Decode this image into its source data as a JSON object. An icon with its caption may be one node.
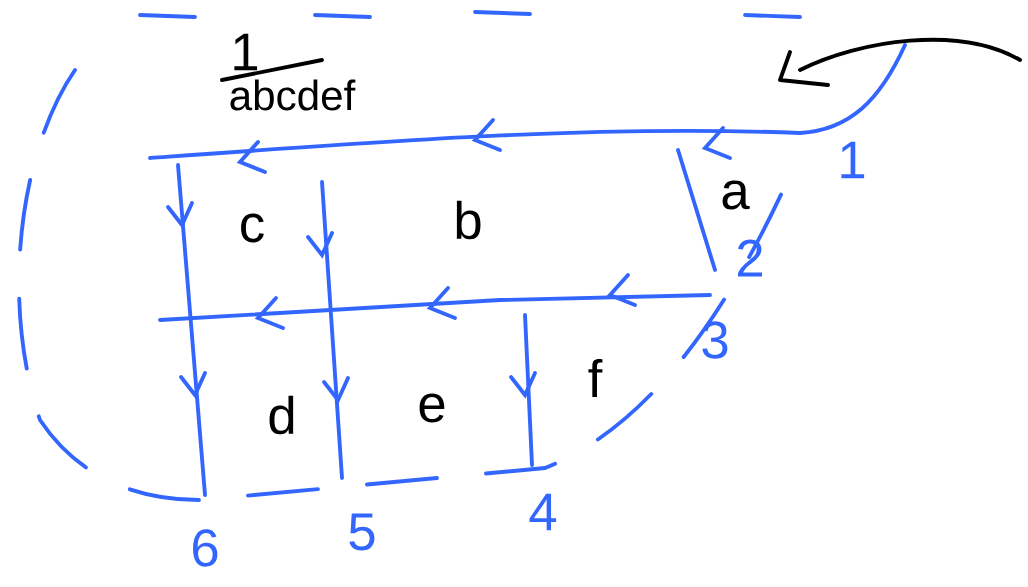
{
  "diagram": {
    "labels": [
      "1",
      "abcdef",
      "1",
      "c",
      "b",
      "a",
      "2",
      "3",
      "f",
      "d",
      "e",
      "4",
      "5",
      "6"
    ]
  }
}
